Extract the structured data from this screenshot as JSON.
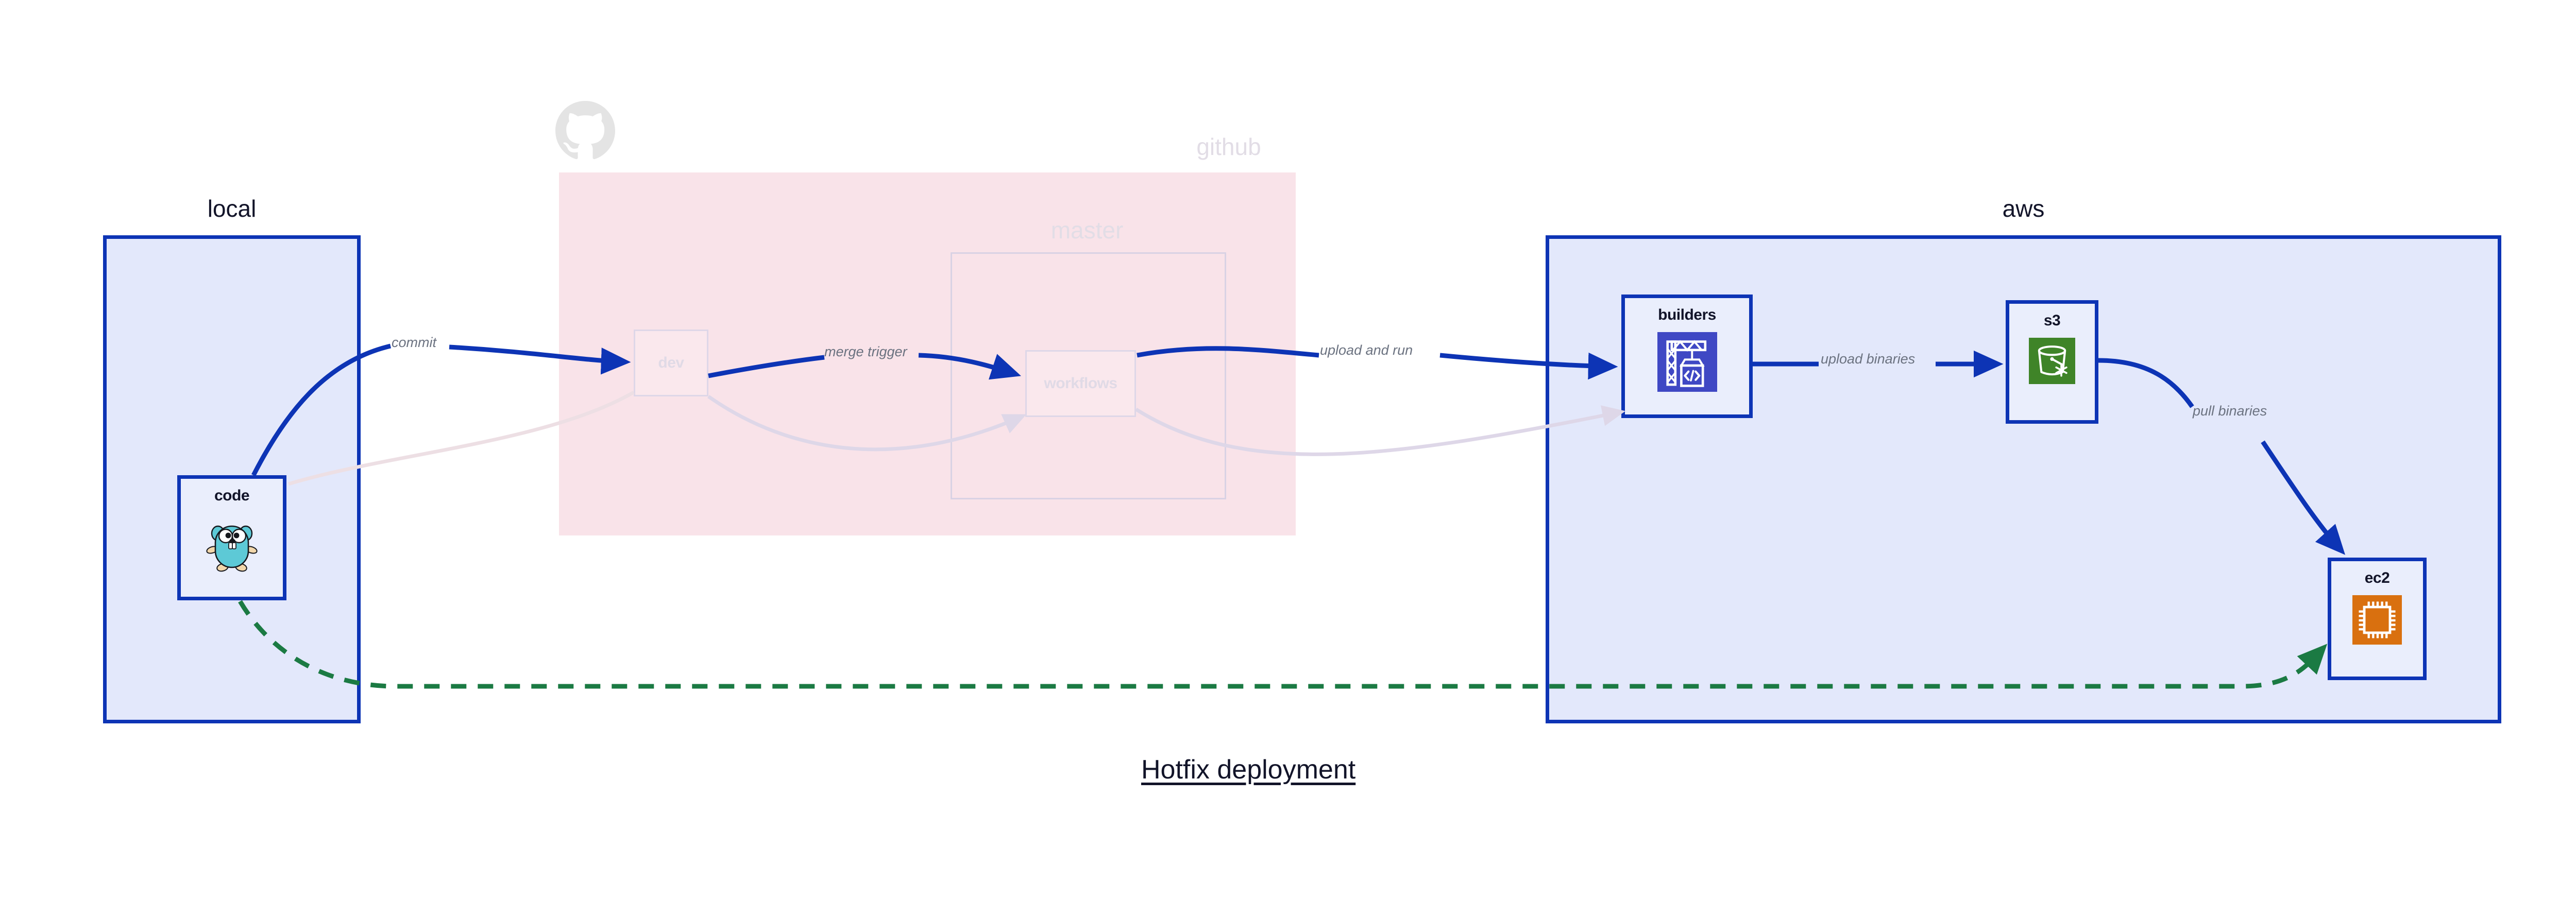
{
  "diagram": {
    "title": "Hotfix deployment",
    "background": "#ffffff",
    "accent_blue": "#0d34b5",
    "group_fill_blue": "#e3e8fb",
    "group_fill_pink": "#f9e3e9",
    "node_fill": "#eaeefc",
    "label_gray": "#6b7280",
    "dashed_green": "#1b7a43",
    "faded_purple": "#ded7e8"
  },
  "groups": [
    {
      "id": "local",
      "label": "local",
      "style": "solid-blue"
    },
    {
      "id": "github",
      "label": "github",
      "style": "pink-faded"
    },
    {
      "id": "master",
      "label": "master",
      "style": "faded-outline"
    },
    {
      "id": "aws",
      "label": "aws",
      "style": "solid-blue"
    }
  ],
  "nodes": [
    {
      "id": "code",
      "label": "code",
      "icon": "go-gopher-icon",
      "state": "active"
    },
    {
      "id": "dev",
      "label": "dev",
      "icon": "none",
      "state": "faded"
    },
    {
      "id": "workflows",
      "label": "workflows",
      "icon": "none",
      "state": "faded"
    },
    {
      "id": "builders",
      "label": "builders",
      "icon": "crane-code-icon",
      "state": "active"
    },
    {
      "id": "s3",
      "label": "s3",
      "icon": "s3-bucket-glacier-icon",
      "state": "active"
    },
    {
      "id": "ec2",
      "label": "ec2",
      "icon": "cpu-chip-icon",
      "state": "active"
    }
  ],
  "edges": [
    {
      "id": "commit",
      "label": "commit",
      "from": "code",
      "to": "dev",
      "style": "solid-blue"
    },
    {
      "id": "merge-trigger",
      "label": "merge trigger",
      "from": "dev",
      "to": "workflows",
      "style": "solid-blue"
    },
    {
      "id": "upload-and-run",
      "label": "upload and run",
      "from": "workflows",
      "to": "builders",
      "style": "solid-blue"
    },
    {
      "id": "upload-binaries",
      "label": "upload binaries",
      "from": "builders",
      "to": "s3",
      "style": "solid-blue"
    },
    {
      "id": "pull-binaries",
      "label": "pull binaries",
      "from": "s3",
      "to": "ec2",
      "style": "solid-blue"
    },
    {
      "id": "hotfix-direct",
      "label": "",
      "from": "code",
      "to": "ec2",
      "style": "dashed-green"
    }
  ],
  "icons": {
    "github_logo": "github-octocat-icon"
  }
}
